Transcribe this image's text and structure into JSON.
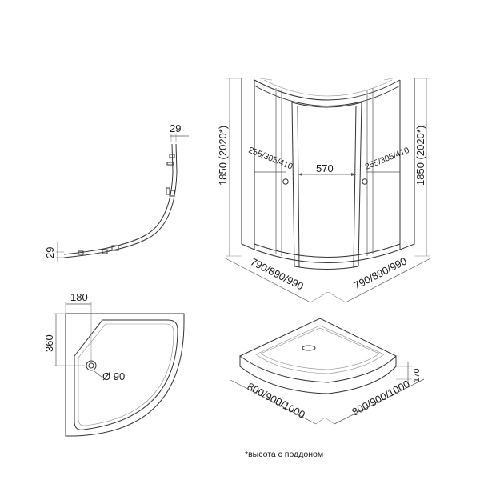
{
  "top_view": {
    "dim_29_top": "29",
    "dim_29_side": "29"
  },
  "enclosure": {
    "height_left": "1850 (2020*)",
    "height_right": "1850 (2020*)",
    "door_width": "570",
    "opening_left": "255/305/410",
    "opening_right": "255/305/410",
    "base_left": "790/890/990",
    "base_right": "790/890/990"
  },
  "tray_plan": {
    "dim_180": "180",
    "dim_360": "360",
    "drain_diameter": "Ø 90"
  },
  "tray_iso": {
    "height": "170",
    "base_left": "800/900/1000",
    "base_right": "800/900/1000"
  },
  "footnote": "*высота с поддоном"
}
